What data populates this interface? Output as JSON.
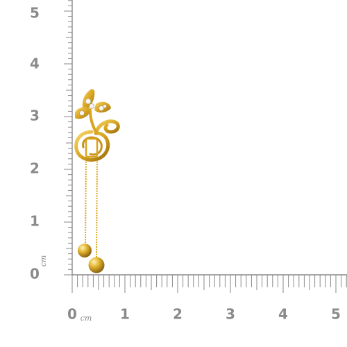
{
  "ruler": {
    "unit_label": "cm",
    "y_numbers": [
      "0",
      "1",
      "2",
      "3",
      "4",
      "5"
    ],
    "x_numbers": [
      "0",
      "1",
      "2",
      "3",
      "4",
      "5"
    ],
    "color": "#8a8a8a"
  },
  "product": {
    "metal_color": "#e1b12c",
    "stone_color": "#f4f4f4"
  }
}
